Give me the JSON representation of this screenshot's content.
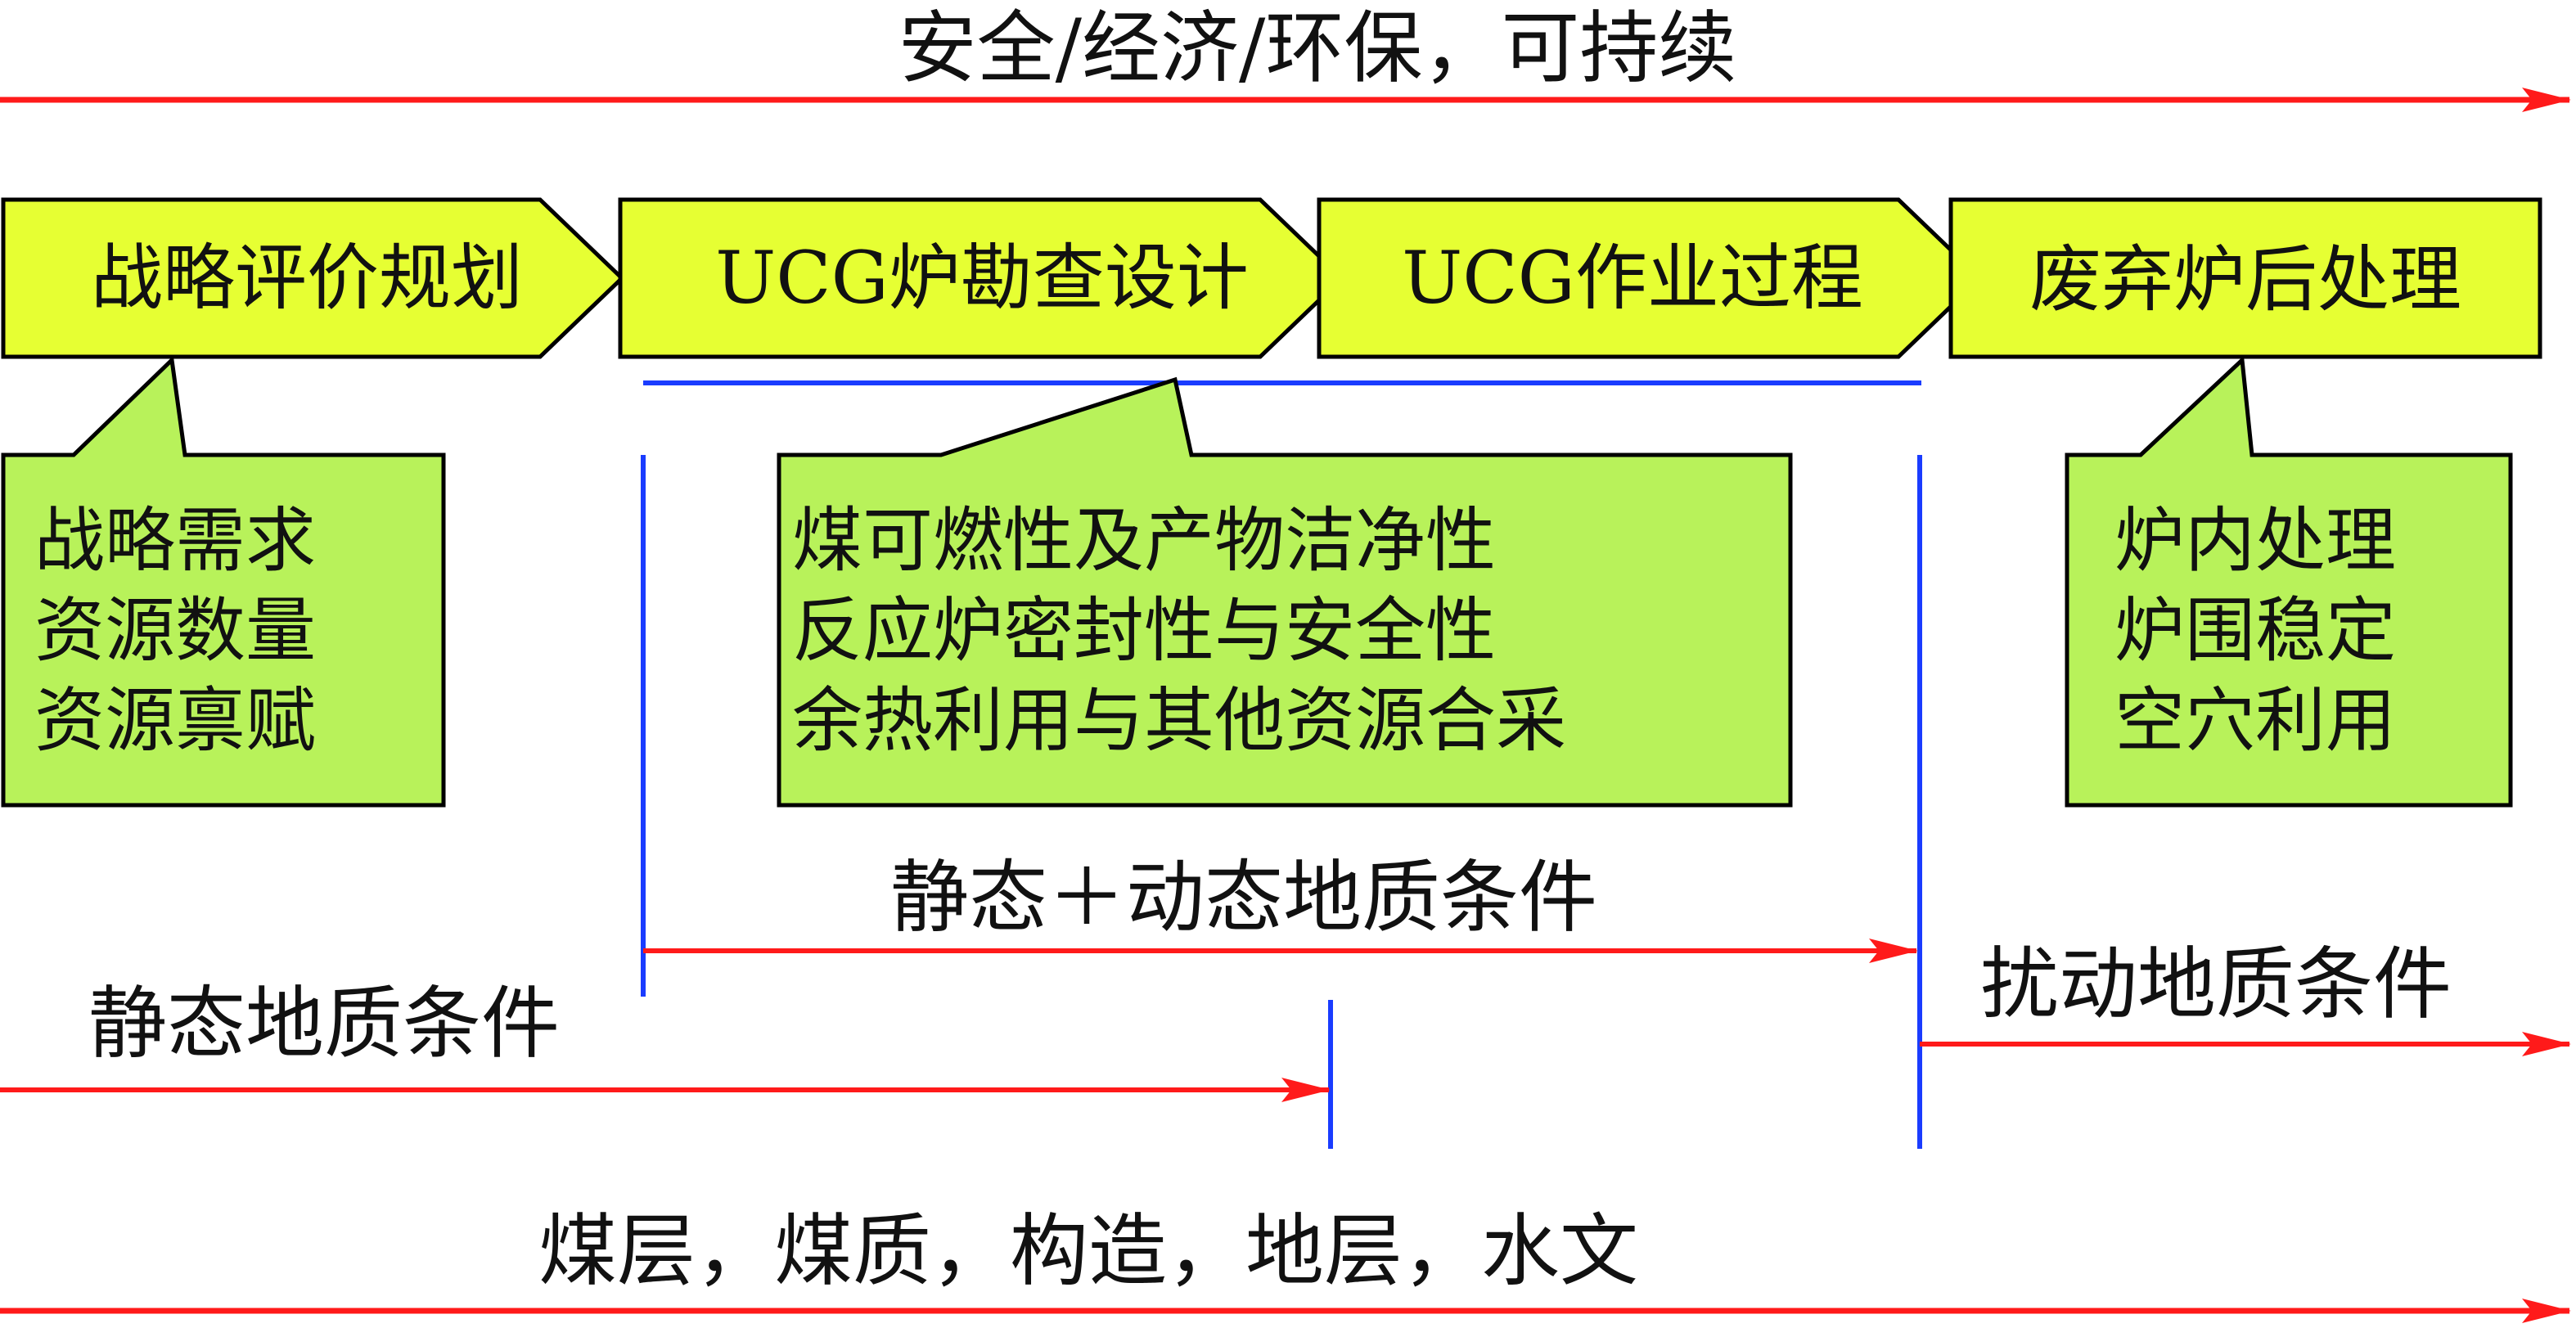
{
  "colors": {
    "arrow": "#ff1a1a",
    "divider": "#1a3cff",
    "stage_fill": "#e6ff33",
    "callout_fill": "#b8f25a",
    "stroke": "#000000"
  },
  "top_banner": {
    "label": "安全/经济/环保，可持续"
  },
  "stages": [
    {
      "label": "战略评价规划"
    },
    {
      "label": "UCG炉勘查设计"
    },
    {
      "label": "UCG作业过程"
    },
    {
      "label": "废弃炉后处理"
    }
  ],
  "callouts": {
    "left": {
      "lines": [
        "战略需求",
        "资源数量",
        "资源禀赋"
      ]
    },
    "center": {
      "lines": [
        "煤可燃性及产物洁净性",
        "反应炉密封性与安全性",
        "余热利用与其他资源合采"
      ]
    },
    "right": {
      "lines": [
        "炉内处理",
        "炉围稳定",
        "空穴利用"
      ]
    }
  },
  "conditions": {
    "static_dynamic": "静态＋动态地质条件",
    "static": "静态地质条件",
    "disturbed": "扰动地质条件"
  },
  "bottom_banner": {
    "label": "煤层，煤质，构造，地层，水文"
  }
}
